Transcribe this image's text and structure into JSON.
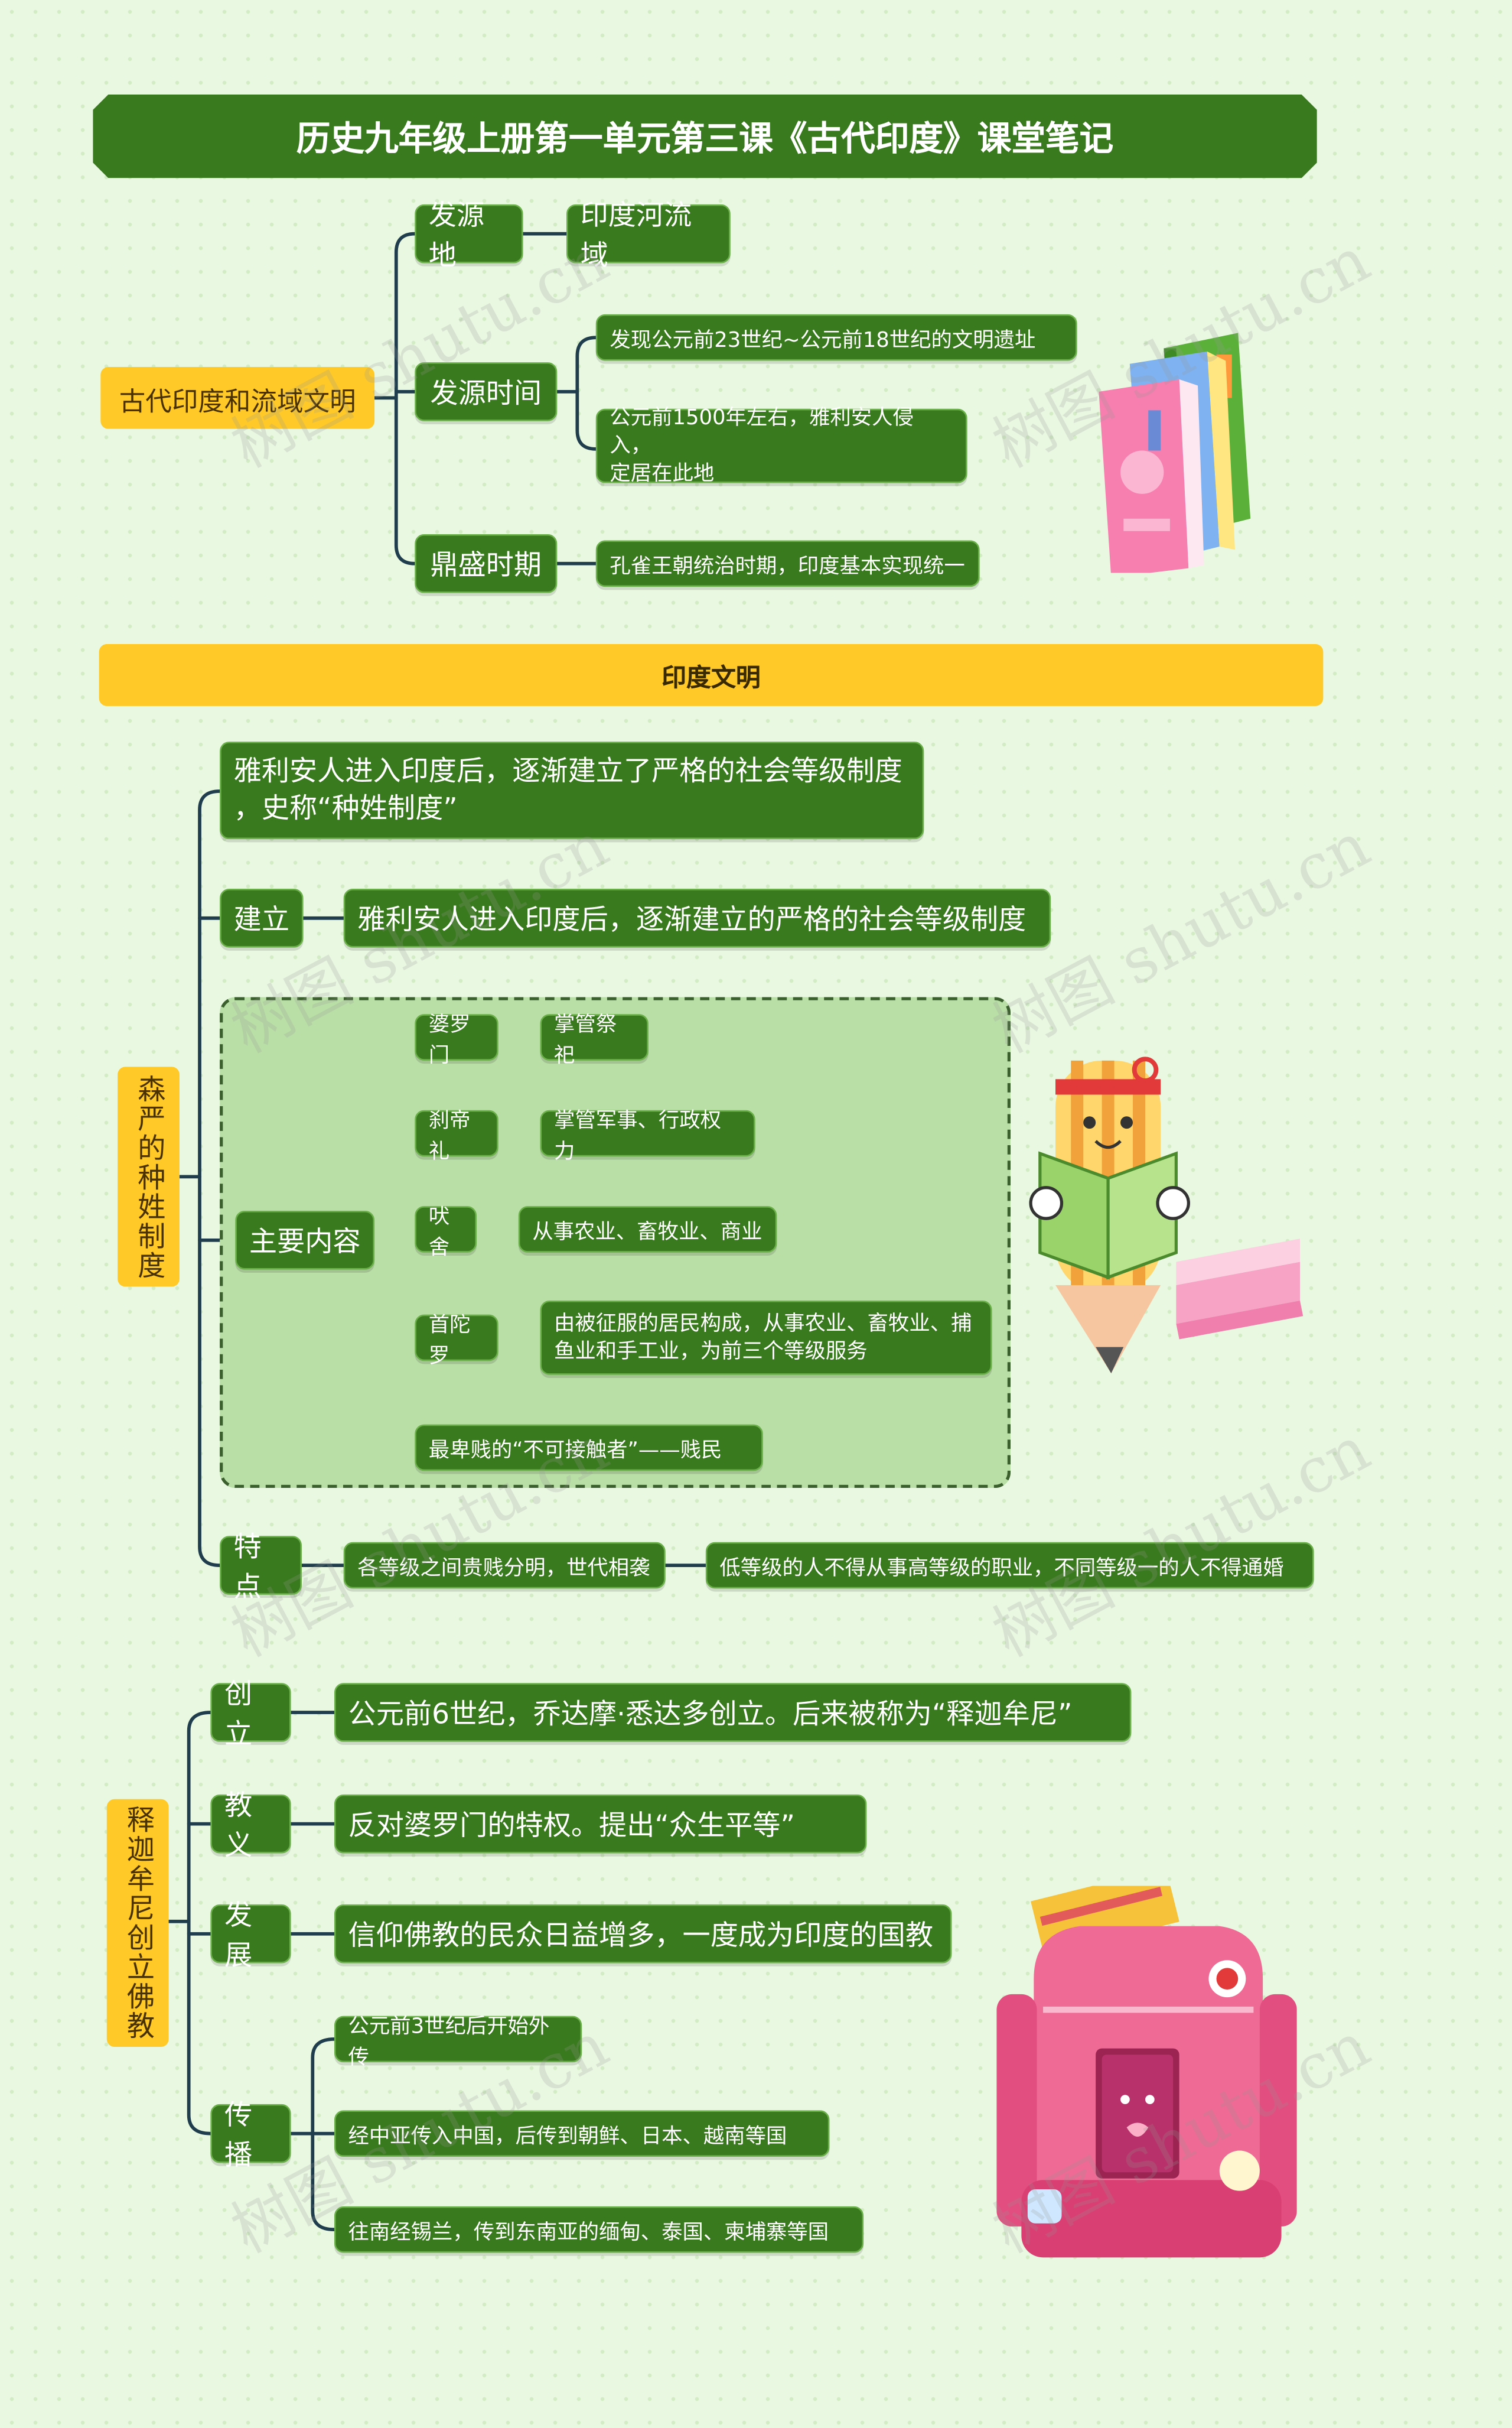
{
  "title": "历史九年级上册第一单元第三课《古代印度》课堂笔记",
  "section1": {
    "root": "古代印度和流域文明",
    "origin_label": "发源地",
    "origin_value": "印度河流域",
    "time_label": "发源时间",
    "time_items": [
      "发现公元前23世纪~公元前18世纪的文明遗址",
      "公元前1500年左右，雅利安人侵入，",
      "定居在此地"
    ],
    "peak_label": "鼎盛时期",
    "peak_value": "孔雀王朝统治时期，印度基本实现统一"
  },
  "section_bar": "印度文明",
  "section2": {
    "root": "森严的种姓制度",
    "intro_line1": "雅利安人进入印度后，逐渐建立了严格的社会等级制度",
    "intro_line2": "，史称“种姓制度”",
    "found_label": "建立",
    "found_value": "雅利安人进入印度后，逐渐建立的严格的社会等级制度",
    "content_label": "主要内容",
    "castes": [
      {
        "name": "婆罗门",
        "desc": "掌管祭祀"
      },
      {
        "name": "刹帝礼",
        "desc": "掌管军事、行政权力"
      },
      {
        "name": "吠舍",
        "desc": "从事农业、畜牧业、商业"
      },
      {
        "name": "首陀罗",
        "desc": "由被征服的居民构成，从事农业、畜牧业、捕",
        "desc2": "鱼业和手工业，为前三个等级服务"
      }
    ],
    "lowest": "最卑贱的“不可接触者”——贱民",
    "feature_label": "特点",
    "feature_1": "各等级之间贵贱分明，世代相袭",
    "feature_2": "低等级的人不得从事高等级的职业，不同等级一的人不得通婚"
  },
  "section3": {
    "root": "释迦牟尼创立佛教",
    "items": [
      {
        "label": "创立",
        "value": "公元前6世纪，乔达摩·悉达多创立。后来被称为“释迦牟尼”"
      },
      {
        "label": "教义",
        "value": "反对婆罗门的特权。提出“众生平等”"
      },
      {
        "label": "发展",
        "value": "信仰佛教的民众日益增多，一度成为印度的国教"
      }
    ],
    "spread_label": "传播",
    "spread_items": [
      "公元前3世纪后开始外传",
      "经中亚传入中国，后传到朝鲜、日本、越南等国",
      "往南经锡兰，传到东南亚的缅甸、泰国、柬埔寨等国"
    ]
  },
  "watermark": "树图 shutu.cn",
  "colors": {
    "green": "#3a7a1e",
    "yellow": "#ffc928",
    "line": "#1f3d4d",
    "panel": "#b9dfa6"
  }
}
